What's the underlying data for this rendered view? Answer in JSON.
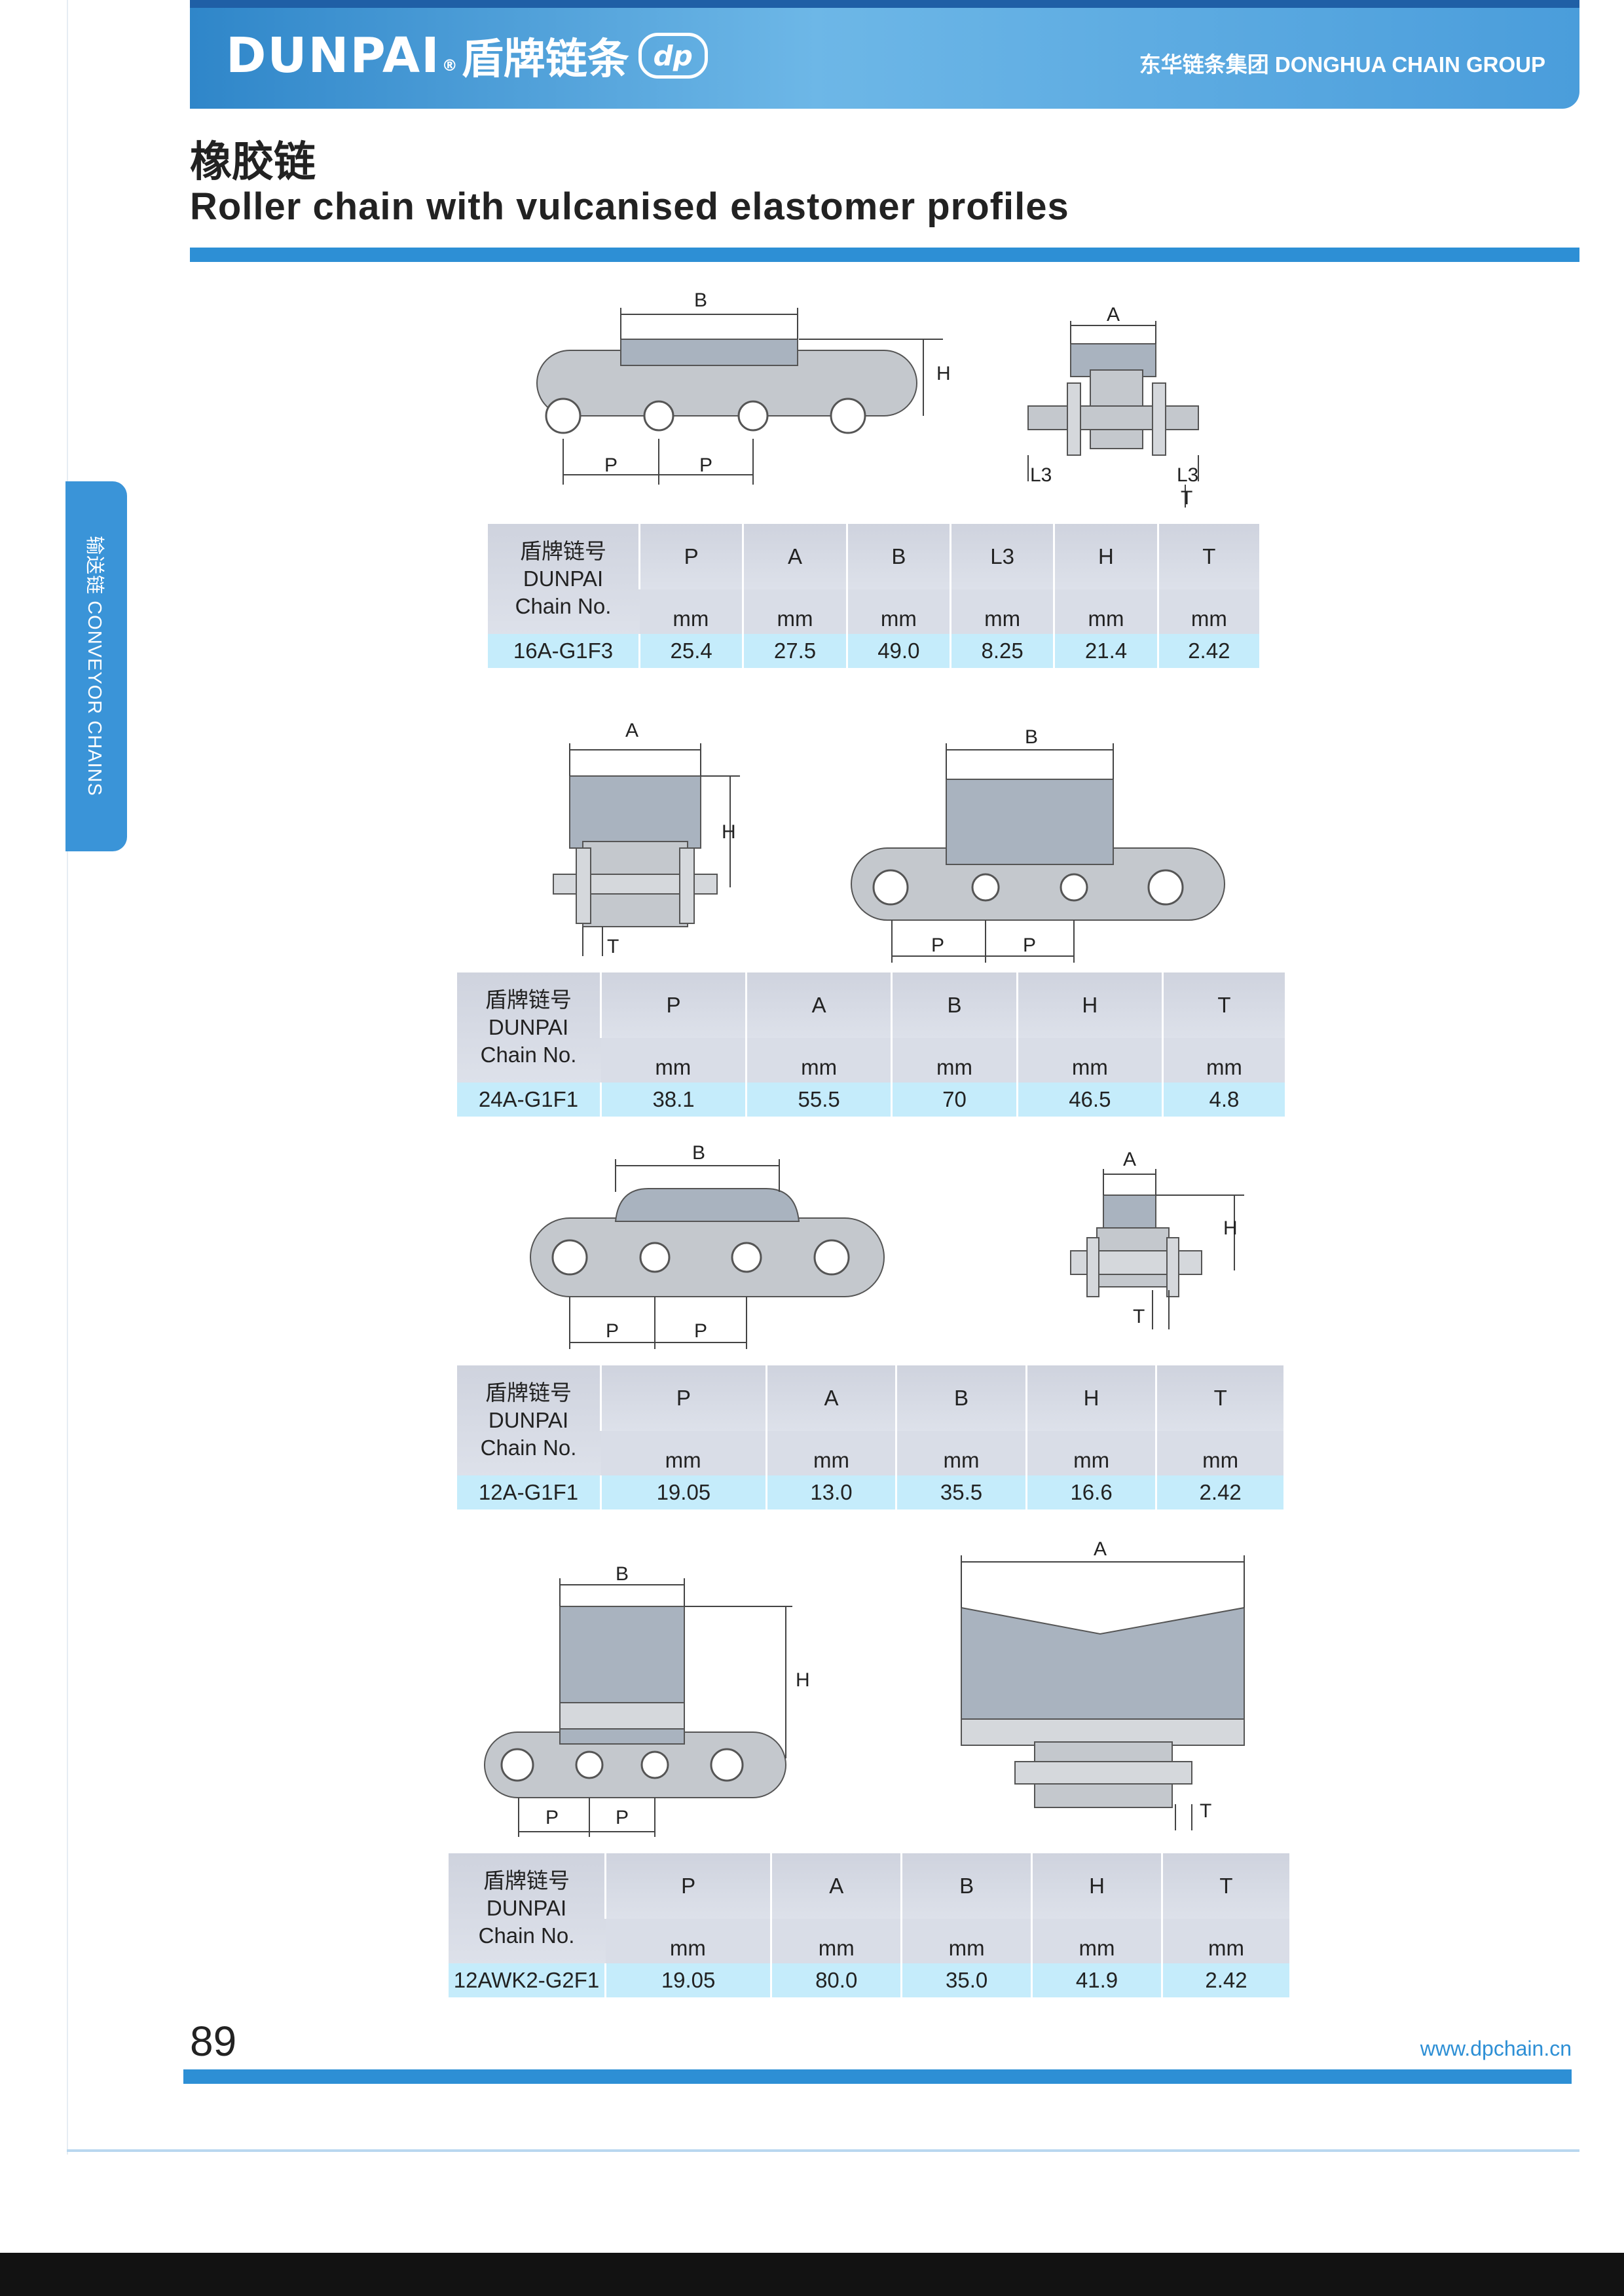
{
  "header": {
    "brand": "DUNPAI",
    "brand_reg": "®",
    "brand_cn": "盾牌链条",
    "logo_mark": "dp",
    "group": "东华链条集团 DONGHUA CHAIN GROUP"
  },
  "title": {
    "cn": "橡胶链",
    "en": "Roller chain with vulcanised  elastomer profiles"
  },
  "side_tab": "输送链 CONVEYOR CHAINS",
  "table_header": {
    "chain_no_cn": "盾牌链号",
    "chain_no_brand": "DUNPAI",
    "chain_no_en": "Chain No.",
    "unit": "mm"
  },
  "diagram_labels": {
    "P": "P",
    "A": "A",
    "B": "B",
    "H": "H",
    "T": "T",
    "L3": "L3"
  },
  "tables": [
    {
      "columns": [
        "P",
        "A",
        "B",
        "L3",
        "H",
        "T"
      ],
      "row": [
        "16A-G1F3",
        "25.4",
        "27.5",
        "49.0",
        "8.25",
        "21.4",
        "2.42"
      ]
    },
    {
      "columns": [
        "P",
        "A",
        "B",
        "H",
        "T"
      ],
      "row": [
        "24A-G1F1",
        "38.1",
        "55.5",
        "70",
        "46.5",
        "4.8"
      ]
    },
    {
      "columns": [
        "P",
        "A",
        "B",
        "H",
        "T"
      ],
      "row": [
        "12A-G1F1",
        "19.05",
        "13.0",
        "35.5",
        "16.6",
        "2.42"
      ]
    },
    {
      "columns": [
        "P",
        "A",
        "B",
        "H",
        "T"
      ],
      "row": [
        "12AWK2-G2F1",
        "19.05",
        "80.0",
        "35.0",
        "41.9",
        "2.42"
      ]
    }
  ],
  "footer": {
    "page_number": "89",
    "website": "www.dpchain.cn"
  },
  "colors": {
    "accent": "#2d8fd5",
    "header_blue": "#4a9ddb",
    "table_gray": "#d9dde7",
    "table_row": "#c5ecfb",
    "profile_gray": "#a9b3bf"
  }
}
